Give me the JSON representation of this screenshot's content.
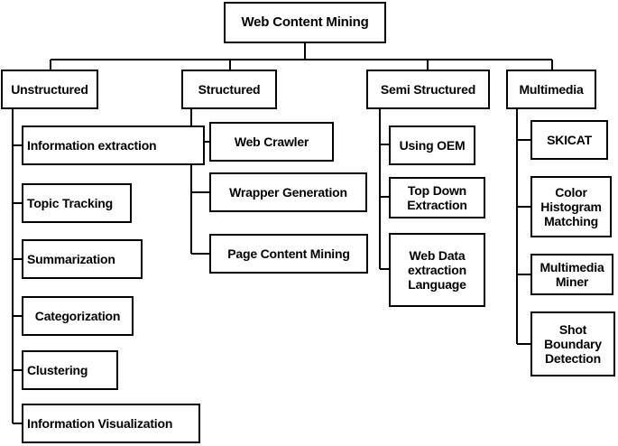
{
  "title": "Web Content Mining",
  "colors": {
    "stroke": "#000000",
    "fill": "#ffffff",
    "text": "#000000"
  },
  "categories": [
    {
      "label": "Unstructured",
      "children": [
        "Information extraction",
        "Topic Tracking",
        "Summarization",
        "Categorization",
        "Clustering",
        "Information Visualization"
      ]
    },
    {
      "label": "Structured",
      "children": [
        "Web Crawler",
        "Wrapper Generation",
        "Page Content Mining"
      ]
    },
    {
      "label": "Semi Structured",
      "children": [
        "Using OEM",
        "Top Down\nExtraction",
        "Web Data\nextraction\nLanguage"
      ]
    },
    {
      "label": "Multimedia",
      "children": [
        "SKICAT",
        "Color\nHistogram\nMatching",
        "Multimedia\nMiner",
        "Shot\nBoundary\nDetection"
      ]
    }
  ]
}
